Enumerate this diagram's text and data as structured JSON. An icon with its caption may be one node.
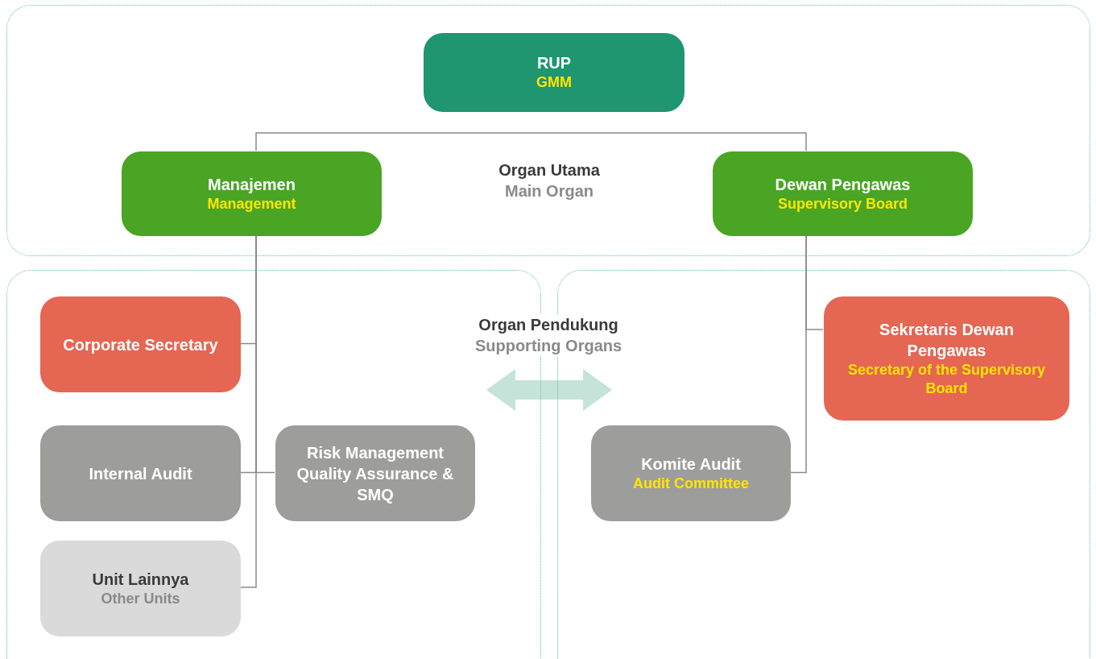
{
  "diagram": {
    "nodes": [
      {
        "text": [
          "Organ Utama",
          "Main Organ"
        ]
      },
      {
        "text": [
          "RUP",
          "GMM"
        ],
        "in": 0
      },
      {
        "text": [
          "Manajemen",
          "Management"
        ],
        "in": 0
      },
      {
        "text": [
          "Dewan Pengawas",
          "Supervisory Board"
        ],
        "in": 0
      },
      {
        "text": [],
        "shape": "box"
      },
      {
        "text": [],
        "shape": "box"
      },
      {
        "text": [
          "Corporate Secretary"
        ],
        "in": 4
      },
      {
        "text": [
          "Internal Audit"
        ],
        "in": 4
      },
      {
        "text": [
          "Risk Management Quality Assurance & SMQ"
        ],
        "in": 4
      },
      {
        "text": [
          "Unit Lainnya",
          "Other Units"
        ],
        "in": 4
      },
      {
        "text": [
          "Sekretaris Dewan Pengawas",
          "Secretary of the Supervisory Board"
        ],
        "in": 5
      },
      {
        "text": [
          "Komite Audit",
          "Audit Committee"
        ],
        "in": 5
      }
    ],
    "edges": [
      {
        "from": 2,
        "to": 3,
        "arrow": "none"
      },
      {
        "from": 2,
        "to": 6,
        "arrow": "none"
      },
      {
        "from": 2,
        "to": 7,
        "arrow": "none"
      },
      {
        "from": 2,
        "to": 8,
        "arrow": "none"
      },
      {
        "from": 2,
        "to": 9,
        "arrow": "none"
      },
      {
        "from": 3,
        "to": 10,
        "arrow": "none"
      },
      {
        "from": 3,
        "to": 11,
        "arrow": "none"
      },
      {
        "from": 4,
        "to": 5,
        "arrow": "both",
        "style": "thick",
        "color": "#c5e3d8"
      }
    ],
    "labels": [
      "Organ Pendukung",
      "Supporting Organs"
    ]
  }
}
